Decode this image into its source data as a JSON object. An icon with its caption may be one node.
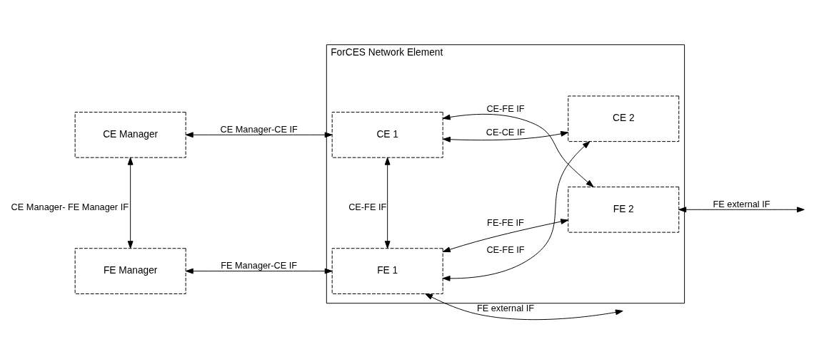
{
  "diagram": {
    "nodes": [
      {
        "text": [
          "ForCES Network Element"
        ]
      },
      {
        "text": [
          "CE Manager"
        ]
      },
      {
        "text": [
          "FE Manager"
        ]
      },
      {
        "text": [
          "CE 1"
        ],
        "in": 0
      },
      {
        "text": [
          "CE 2"
        ],
        "in": 0
      },
      {
        "text": [
          "FE 1"
        ],
        "in": 0
      },
      {
        "text": [
          "FE 2"
        ],
        "in": 0
      }
    ],
    "edges": [
      {
        "from": 1,
        "to": 3,
        "arrow": "both",
        "label": "CE Manager-CE IF"
      },
      {
        "from": 3,
        "to": 4,
        "arrow": "both",
        "label": "CE-CE IF"
      },
      {
        "from": 1,
        "to": 2,
        "arrow": "both",
        "label": "CE Manager- FE Manager IF"
      },
      {
        "from": 3,
        "to": 5,
        "arrow": "both",
        "label": "CE-FE IF"
      },
      {
        "from": 3,
        "to": 6,
        "arrow": "both",
        "label": "CE-FE IF"
      },
      {
        "from": 5,
        "to": 4,
        "arrow": "both",
        "label": "CE-FE IF"
      },
      {
        "from": 2,
        "to": 5,
        "arrow": "both",
        "label": "FE Manager-CE IF"
      },
      {
        "from": 5,
        "to": 6,
        "arrow": "both",
        "label": "FE-FE IF"
      },
      {
        "from": 5,
        "to": null,
        "arrow": "both",
        "label": "FE external IF"
      },
      {
        "from": 6,
        "to": null,
        "arrow": "both",
        "label": "FE external IF"
      }
    ]
  }
}
